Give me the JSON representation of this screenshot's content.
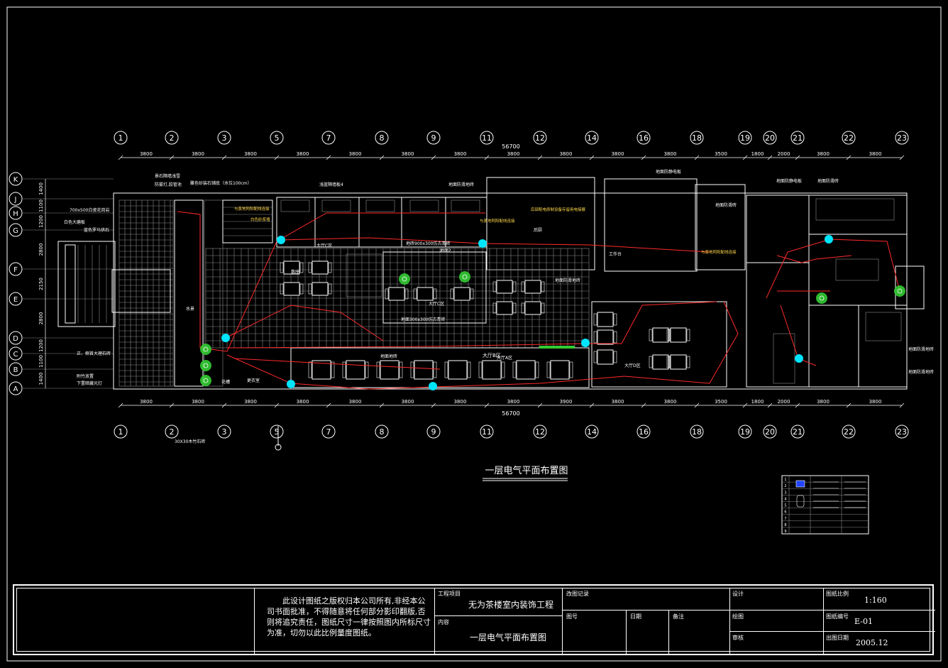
{
  "plan": {
    "title": "一层电气平面布置图",
    "total_dim": "56700",
    "axes_top": [
      "1",
      "2",
      "3",
      "5",
      "7",
      "8",
      "9",
      "11",
      "12",
      "14",
      "16",
      "18",
      "19",
      "20",
      "21",
      "22",
      "23"
    ],
    "axes_bottom": [
      "1",
      "2",
      "3",
      "5",
      "7",
      "8",
      "9",
      "11",
      "12",
      "14",
      "16",
      "18",
      "19",
      "20",
      "21",
      "22",
      "23"
    ],
    "spacings_top": [
      "3800",
      "3800",
      "3800",
      "3800",
      "3800",
      "3800",
      "3800",
      "3800",
      "3800",
      "3800",
      "3800",
      "3500",
      "1800",
      "2000",
      "3800",
      "3800"
    ],
    "spacings_bottom": [
      "3800",
      "3800",
      "3800",
      "3800",
      "3800",
      "3800",
      "3800",
      "3800",
      "3900",
      "3800",
      "3800",
      "3500",
      "1800",
      "2000",
      "3800",
      "3800"
    ],
    "axes_left": [
      "K",
      "J",
      "H",
      "G",
      "F",
      "E",
      "D",
      "C",
      "B",
      "A"
    ],
    "spacings_left": [
      "1400",
      "1100",
      "1200",
      "2800",
      "2150",
      "2800",
      "1200",
      "1100",
      "1400"
    ],
    "labels": [
      "景石隔墙浅雪",
      "防雾灯,胶管池",
      "雕色砂装石铺底（水位100cm）",
      "浅蓝隔墙板4",
      "地面防滑地砖",
      "地面防静电板",
      "与蒸地阿阳配线连接",
      "白色砂浆墙",
      "与蒸地阿阳配线连接",
      "后部配电原制设备存留用电接展",
      "与蒸地阿阳配线连接",
      "地面防静电板",
      "地面防滑砖",
      "地面防滑砖",
      "700x500白瓷花岗岩",
      "白色大磨板",
      "蓝色罗马拱石",
      "大厅C区",
      "地砖900x300仿古青砖",
      "后厨",
      "工作台",
      "散座",
      "水景",
      "大厅C区",
      "地面2",
      "大厅B区",
      "地面300x300仿古青砖",
      "地面防滑地砖",
      "大厅D区",
      "地面地砖",
      "大厅A区",
      "正、侧首大理石砖",
      "附竹放置",
      "下置暗藏光灯",
      "花槽",
      "更衣室",
      "30X30木竹石砖",
      "地面防滑地砖",
      "地面防滑地砖"
    ]
  },
  "legend": {
    "rows": [
      "1",
      "2",
      "3",
      "4",
      "5",
      "6",
      "7",
      "8",
      "9"
    ]
  },
  "title_block": {
    "notice": "此设计图纸之版权归本公司所有,非经本公司书面批准，不得随意将任何部分影印翻版,否则将追究责任，图纸尺寸一律按照图内所标尺寸为准，切勿以此比例量度图纸。",
    "project_label": "工程项目",
    "project_value": "无为茶楼室内装饰工程",
    "content_label": "内容",
    "content_value": "一层电气平面布置图",
    "revision_label": "改图记录",
    "drawing_no_label": "图号",
    "date_label": "日期",
    "remark_label": "备注",
    "design_label": "设计",
    "draw_label": "绘图",
    "review_label": "审核",
    "scale_label": "图纸比例",
    "scale_value": "1:160",
    "number_label": "图纸编号",
    "number_value": "E-01",
    "date_out_label": "出图日期",
    "date_out_value": "2005.12"
  },
  "colors": {
    "background": "#000000",
    "line": "#ffffff",
    "wiring": "#ff2a2a",
    "lamp": "#00e5ff",
    "plant": "#33cc33",
    "accent": "#ffd84a",
    "symbol": "#2244ff"
  }
}
